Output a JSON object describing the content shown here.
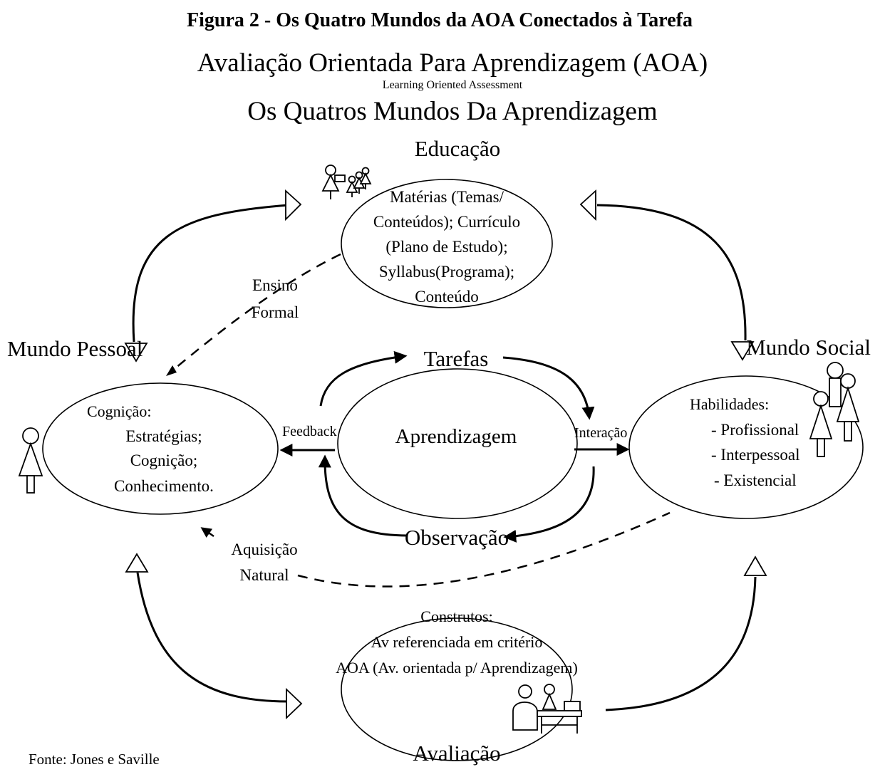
{
  "figure_caption": "Figura 2 - Os Quatro Mundos da AOA Conectados à Tarefa",
  "title": "Avaliação Orientada Para Aprendizagem (AOA)",
  "subtitle": "Learning Oriented Assessment",
  "subtitle2": "Os Quatros Mundos Da Aprendizagem",
  "education": {
    "label": "Educação",
    "lines": [
      "Matérias (Temas/",
      "Conteúdos); Currículo",
      "(Plano de Estudo);",
      "Syllabus(Programa);",
      "Conteúdo"
    ]
  },
  "personal": {
    "label": "Mundo Pessoal",
    "heading": "Cognição:",
    "lines": [
      "Estratégias;",
      "Cognição;",
      "Conhecimento."
    ]
  },
  "social": {
    "label": "Mundo Social",
    "heading": "Habilidades:",
    "lines": [
      "- Profissional",
      "- Interpessoal",
      "- Existencial"
    ]
  },
  "center": {
    "label": "Aprendizagem",
    "tasks": "Tarefas",
    "feedback": "Feedback",
    "interaction": "Interação",
    "observation": "Observação"
  },
  "links": {
    "formal_line1": "Ensino",
    "formal_line2": "Formal",
    "natural_line1": "Aquisição",
    "natural_line2": "Natural"
  },
  "assessment": {
    "label": "Avaliação",
    "lines": [
      "Construtos:",
      "Av referenciada em critério",
      "AOA (Av. orientada p/ Aprendizagem)"
    ]
  },
  "source": "Fonte: Jones e Saville"
}
